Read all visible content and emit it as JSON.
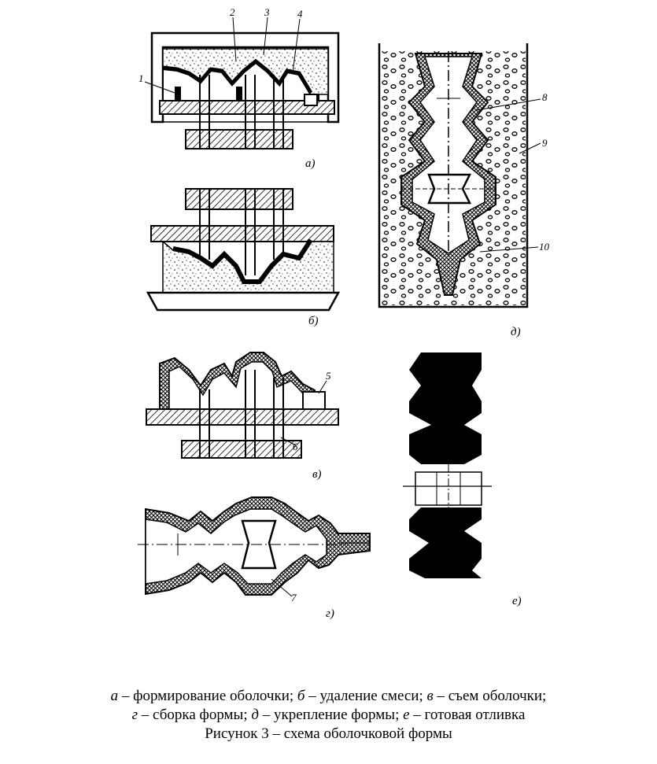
{
  "panel_letters": [
    "а)",
    "б)",
    "в)",
    "г)",
    "д)",
    "е)"
  ],
  "callouts": [
    "1",
    "2",
    "3",
    "4",
    "5",
    "6",
    "7",
    "8",
    "9",
    "10"
  ],
  "caption": {
    "legend": [
      {
        "letter": "а",
        "text": " – формирование оболочки; "
      },
      {
        "letter": "б",
        "text": " – удаление смеси; "
      },
      {
        "letter": "в",
        "text": " – съем оболочки;"
      },
      {
        "letter": "г",
        "text": " – сборка формы; "
      },
      {
        "letter": "д",
        "text": " – укрепление формы; "
      },
      {
        "letter": "е",
        "text": " – готовая отливка"
      }
    ],
    "title": "Рисунок 3 – схема оболочковой формы"
  }
}
